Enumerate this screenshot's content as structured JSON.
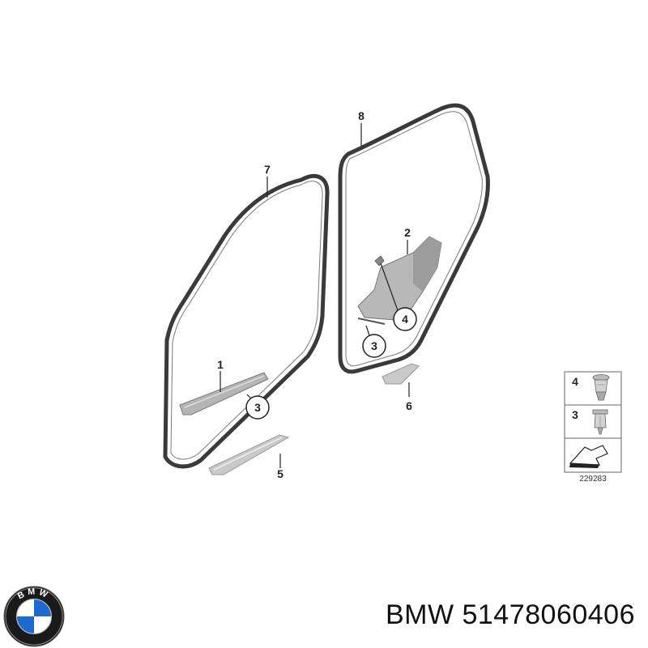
{
  "diagram": {
    "callouts": {
      "c1": "1",
      "c2": "2",
      "c3a": "3",
      "c3b": "3",
      "c4": "4",
      "c5": "5",
      "c6": "6",
      "c7": "7",
      "c8": "8"
    },
    "legend": {
      "item_a_number": "4",
      "item_b_number": "3",
      "reference_code": "229283"
    }
  },
  "footer": {
    "logo_letters": "BMW",
    "brand": "BMW",
    "part_number": "51478060406"
  },
  "colors": {
    "seal": "#3a3a3a",
    "trim_panel": "#b8b8b8",
    "line": "#222222",
    "logo_blue": "#1c69d4"
  }
}
